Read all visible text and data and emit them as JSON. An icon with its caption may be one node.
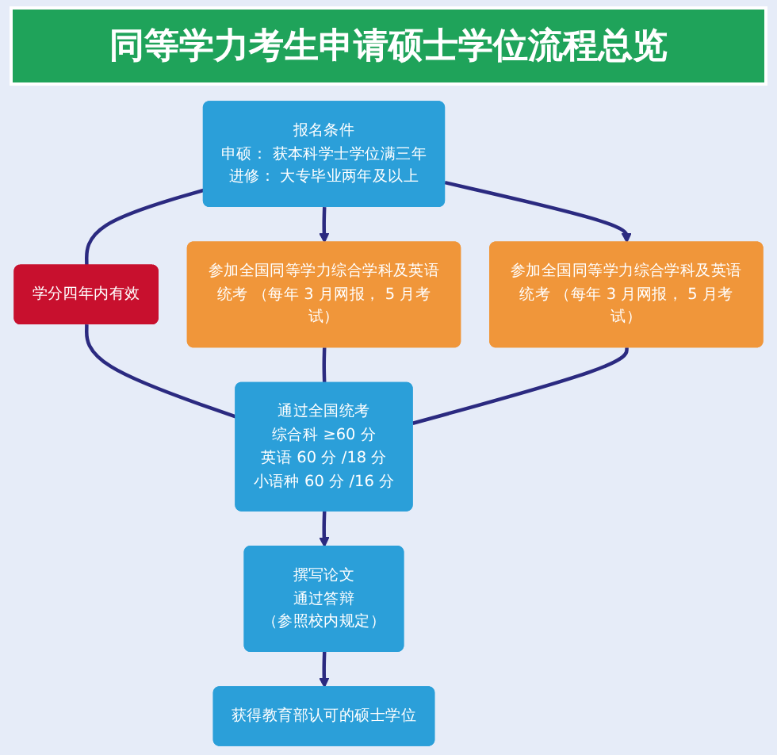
{
  "diagram": {
    "title": "同等学力考生申请硕士学位流程总览",
    "nodes": [
      {
        "text": [
          "报名条件",
          "申硕： 获本科学士学位满三年",
          "进修： 大专毕业两年及以上"
        ]
      },
      {
        "text": [
          "学分四年内有效"
        ]
      },
      {
        "text": [
          "参加全国同等学力综合学科及英语统考 （每年 3 月网报， 5 月考试）"
        ]
      },
      {
        "text": [
          "参加全国同等学力综合学科及英语统考 （每年 3 月网报， 5 月考试）"
        ]
      },
      {
        "text": [
          "通过全国统考",
          "综合科 ≥60 分",
          "英语 60 分 /18 分",
          "小语种 60 分 /16 分"
        ]
      },
      {
        "text": [
          "撰写论文",
          "通过答辩",
          "（参照校内规定）"
        ]
      },
      {
        "text": [
          "获得教育部认可的硕士学位"
        ]
      }
    ],
    "edges": [
      {
        "from": 0,
        "to": 1,
        "arrow": "none"
      },
      {
        "from": 0,
        "to": 2,
        "arrow": "to"
      },
      {
        "from": 0,
        "to": 3,
        "arrow": "to"
      },
      {
        "from": 1,
        "to": 4,
        "arrow": "none"
      },
      {
        "from": 2,
        "to": 4,
        "arrow": "none"
      },
      {
        "from": 3,
        "to": 4,
        "arrow": "none"
      },
      {
        "from": 4,
        "to": 5,
        "arrow": "to"
      },
      {
        "from": 5,
        "to": 6,
        "arrow": "to"
      }
    ]
  }
}
